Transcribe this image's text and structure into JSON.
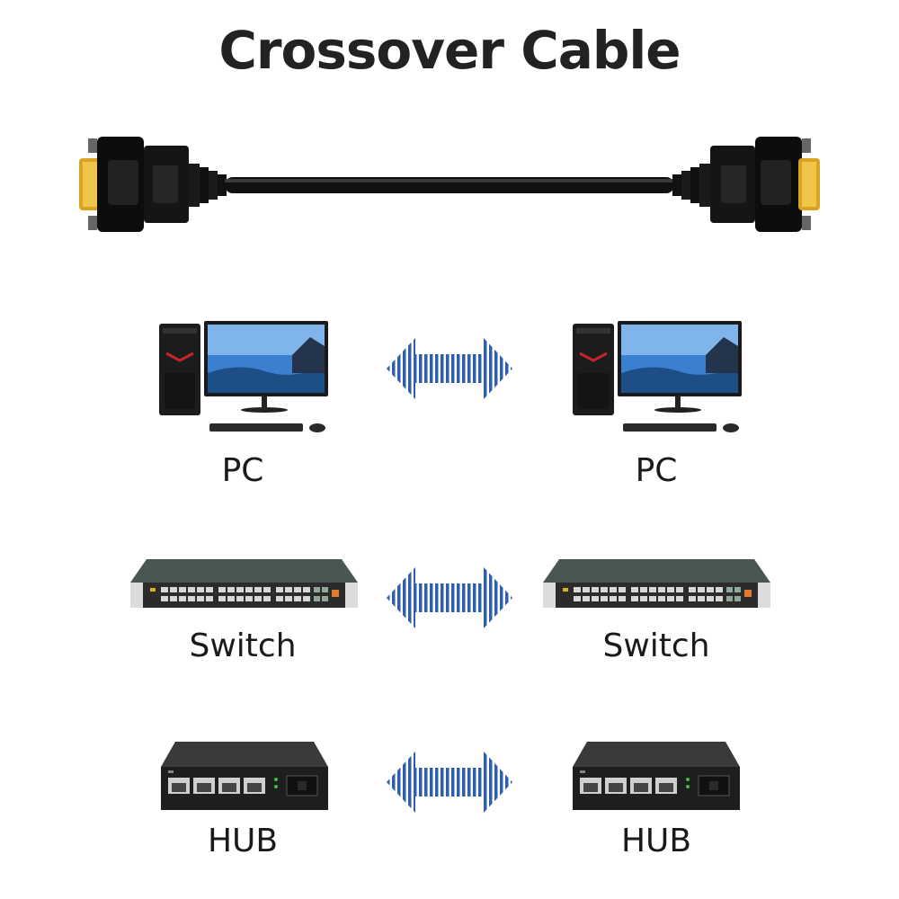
{
  "title": "Crossover Cable",
  "colors": {
    "arrow": "#2f5fa8",
    "cable": "#111111",
    "gold": "#d9a520",
    "text": "#1a1a1a"
  },
  "rows": [
    {
      "left_label": "PC",
      "right_label": "PC",
      "icon": "desktop-pc-icon"
    },
    {
      "left_label": "Switch",
      "right_label": "Switch",
      "icon": "network-switch-icon"
    },
    {
      "left_label": "HUB",
      "right_label": "HUB",
      "icon": "network-hub-icon"
    }
  ]
}
